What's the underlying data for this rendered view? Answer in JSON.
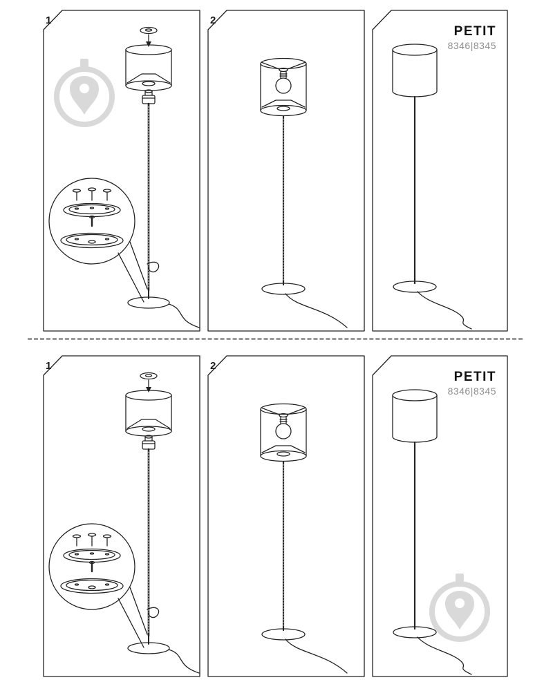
{
  "brand": {
    "title": "PETIT",
    "model": "8346|8345"
  },
  "steps": {
    "step1": "1",
    "step2": "2"
  },
  "colors": {
    "line": "#222222",
    "model_text": "#8f8f8f",
    "watermark": "#d9d9d9",
    "divider": "#999999",
    "background": "#ffffff"
  },
  "icons": {
    "watermark": "brand-watermark-icon"
  }
}
